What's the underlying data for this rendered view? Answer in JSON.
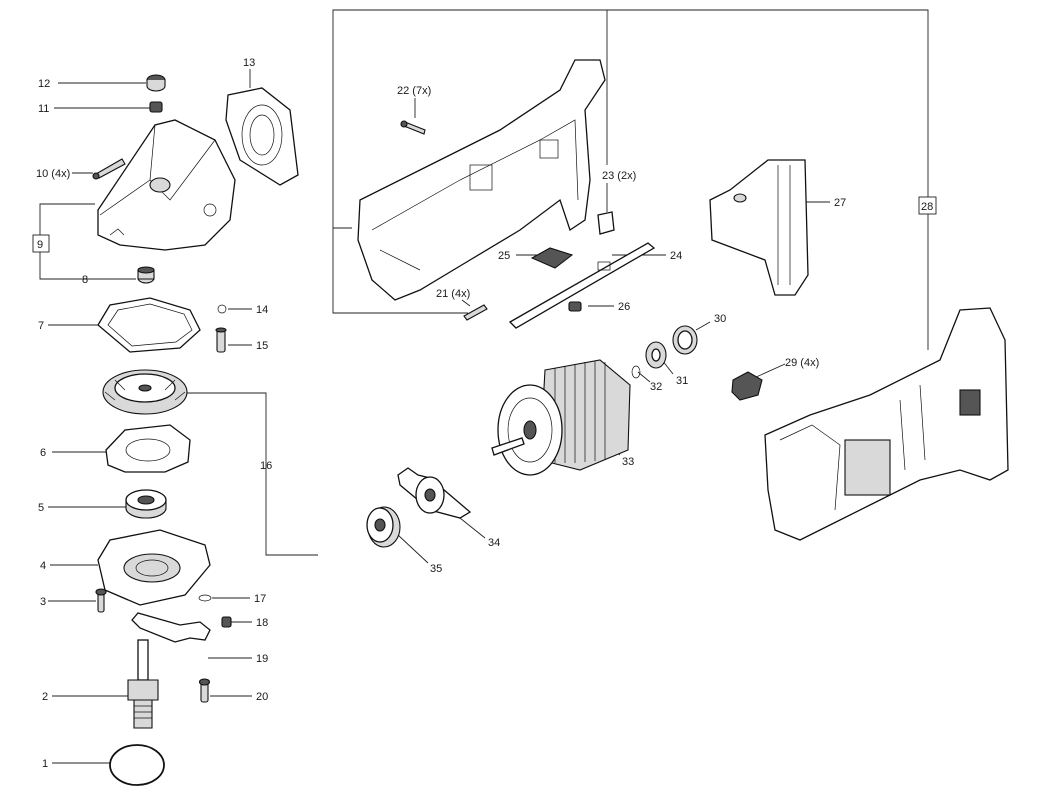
{
  "callouts": [
    {
      "id": "p1",
      "text": "1"
    },
    {
      "id": "p2",
      "text": "2"
    },
    {
      "id": "p3",
      "text": "3"
    },
    {
      "id": "p4",
      "text": "4"
    },
    {
      "id": "p5",
      "text": "5"
    },
    {
      "id": "p6",
      "text": "6"
    },
    {
      "id": "p7",
      "text": "7"
    },
    {
      "id": "p8",
      "text": "8"
    },
    {
      "id": "p9",
      "text": "9"
    },
    {
      "id": "p10",
      "text": "10 (4x)"
    },
    {
      "id": "p11",
      "text": "11"
    },
    {
      "id": "p12",
      "text": "12"
    },
    {
      "id": "p13",
      "text": "13"
    },
    {
      "id": "p14",
      "text": "14"
    },
    {
      "id": "p15",
      "text": "15"
    },
    {
      "id": "p16",
      "text": "16"
    },
    {
      "id": "p17",
      "text": "17"
    },
    {
      "id": "p18",
      "text": "18"
    },
    {
      "id": "p19",
      "text": "19"
    },
    {
      "id": "p20",
      "text": "20"
    },
    {
      "id": "p21",
      "text": "21 (4x)"
    },
    {
      "id": "p22",
      "text": "22 (7x)"
    },
    {
      "id": "p23",
      "text": "23 (2x)"
    },
    {
      "id": "p24",
      "text": "24"
    },
    {
      "id": "p25",
      "text": "25"
    },
    {
      "id": "p26",
      "text": "26"
    },
    {
      "id": "p27",
      "text": "27"
    },
    {
      "id": "p28",
      "text": "28"
    },
    {
      "id": "p29",
      "text": "29 (4x)"
    },
    {
      "id": "p30",
      "text": "30"
    },
    {
      "id": "p31",
      "text": "31"
    },
    {
      "id": "p32",
      "text": "32"
    },
    {
      "id": "p33",
      "text": "33"
    },
    {
      "id": "p34",
      "text": "34"
    },
    {
      "id": "p35",
      "text": "35"
    }
  ]
}
